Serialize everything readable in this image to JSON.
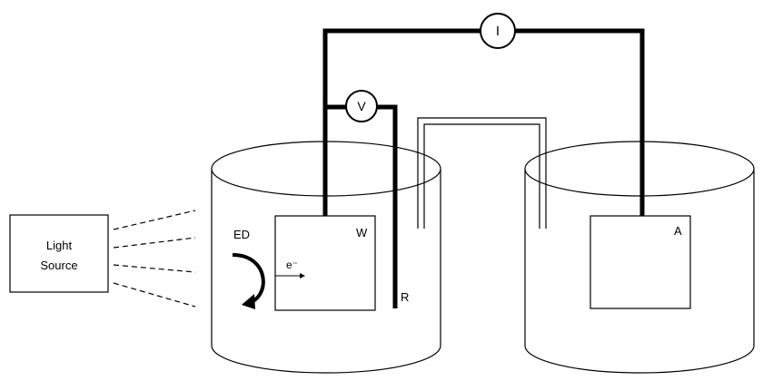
{
  "light_source": {
    "line1": "Light",
    "line2": "Source"
  },
  "meters": {
    "current": "I",
    "voltage": "V"
  },
  "electrodes": {
    "working": "W",
    "reference": "R",
    "auxiliary": "A"
  },
  "annotations": {
    "electron_donor": "ED",
    "electron": "e⁻"
  },
  "colors": {
    "stroke": "#000000",
    "background": "#ffffff"
  }
}
